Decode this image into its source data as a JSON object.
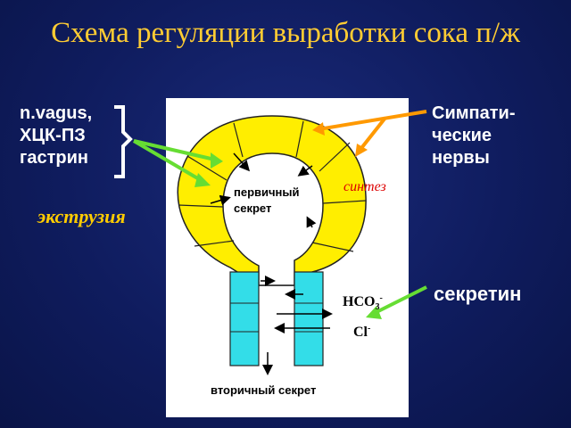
{
  "title": "Схема регуляции выработки сока п/ж",
  "left_labels": [
    "n.vagus,",
    "ХЦК-ПЗ",
    "гастрин"
  ],
  "right_labels": [
    "Симпати-",
    "ческие",
    "нервы"
  ],
  "extrusion_label": "экструзия",
  "secretin_label": "секретин",
  "diagram": {
    "primary_secret": [
      "первичный",
      "секрет"
    ],
    "synthesis": "синтез",
    "bicarbonate": "HCO",
    "bicarbonate_sub": "3",
    "bicarbonate_sup": "-",
    "chloride": "Cl",
    "chloride_sup": "-",
    "secondary_secret": "вторичный секрет"
  },
  "colors": {
    "title": "#ffcc33",
    "acinus": "#ffee00",
    "duct": "#33dde8",
    "green_arrow": "#66dd33",
    "orange_arrow": "#ff9900",
    "synthesis": "#dd0000"
  }
}
